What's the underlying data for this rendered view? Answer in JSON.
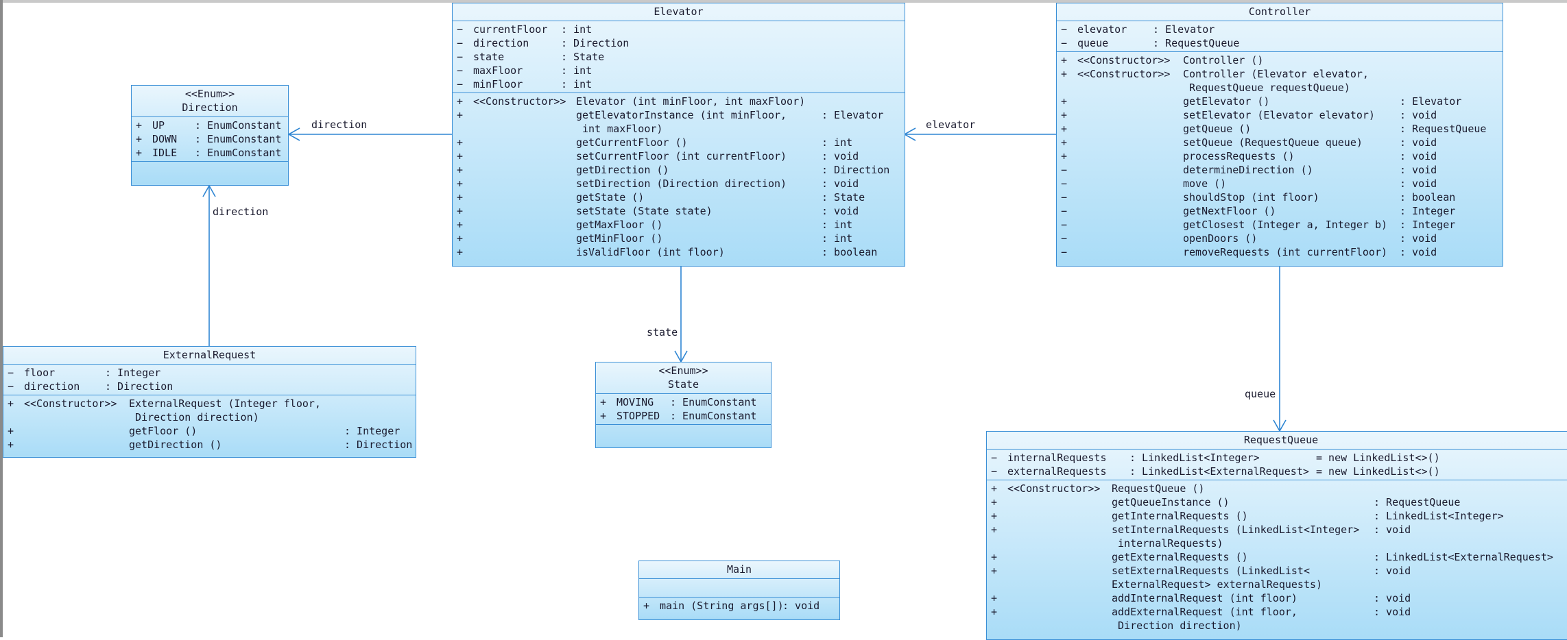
{
  "classes": {
    "elevator": {
      "name": "Elevator",
      "attributes": [
        {
          "vis": "−",
          "name": "currentFloor",
          "type": ": int"
        },
        {
          "vis": "−",
          "name": "direction",
          "type": ": Direction"
        },
        {
          "vis": "−",
          "name": "state",
          "type": ": State"
        },
        {
          "vis": "−",
          "name": "maxFloor",
          "type": ": int"
        },
        {
          "vis": "−",
          "name": "minFloor",
          "type": ": int"
        }
      ],
      "operations": [
        {
          "vis": "+",
          "stereo": "<<Constructor>>",
          "name": "Elevator (int minFloor, int maxFloor)",
          "ret": ""
        },
        {
          "vis": "+",
          "stereo": "",
          "name": "getElevatorInstance (int minFloor,",
          "ret": ": Elevator"
        },
        {
          "vis": "",
          "stereo": "",
          "name": " int maxFloor)",
          "ret": ""
        },
        {
          "vis": "+",
          "stereo": "",
          "name": "getCurrentFloor ()",
          "ret": ": int"
        },
        {
          "vis": "+",
          "stereo": "",
          "name": "setCurrentFloor (int currentFloor)",
          "ret": ": void"
        },
        {
          "vis": "+",
          "stereo": "",
          "name": "getDirection ()",
          "ret": ": Direction"
        },
        {
          "vis": "+",
          "stereo": "",
          "name": "setDirection (Direction direction)",
          "ret": ": void"
        },
        {
          "vis": "+",
          "stereo": "",
          "name": "getState ()",
          "ret": ": State"
        },
        {
          "vis": "+",
          "stereo": "",
          "name": "setState (State state)",
          "ret": ": void"
        },
        {
          "vis": "+",
          "stereo": "",
          "name": "getMaxFloor ()",
          "ret": ": int"
        },
        {
          "vis": "+",
          "stereo": "",
          "name": "getMinFloor ()",
          "ret": ": int"
        },
        {
          "vis": "+",
          "stereo": "",
          "name": "isValidFloor (int floor)",
          "ret": ": boolean"
        }
      ]
    },
    "controller": {
      "name": "Controller",
      "attributes": [
        {
          "vis": "−",
          "name": "elevator",
          "type": ": Elevator"
        },
        {
          "vis": "−",
          "name": "queue",
          "type": ": RequestQueue"
        }
      ],
      "operations": [
        {
          "vis": "+",
          "stereo": "<<Constructor>>",
          "name": "Controller ()",
          "ret": ""
        },
        {
          "vis": "+",
          "stereo": "<<Constructor>>",
          "name": "Controller (Elevator elevator,",
          "ret": ""
        },
        {
          "vis": "",
          "stereo": "",
          "name": " RequestQueue requestQueue)",
          "ret": ""
        },
        {
          "vis": "+",
          "stereo": "",
          "name": "getElevator ()",
          "ret": ": Elevator"
        },
        {
          "vis": "+",
          "stereo": "",
          "name": "setElevator (Elevator elevator)",
          "ret": ": void"
        },
        {
          "vis": "+",
          "stereo": "",
          "name": "getQueue ()",
          "ret": ": RequestQueue"
        },
        {
          "vis": "+",
          "stereo": "",
          "name": "setQueue (RequestQueue queue)",
          "ret": ": void"
        },
        {
          "vis": "+",
          "stereo": "",
          "name": "processRequests ()",
          "ret": ": void"
        },
        {
          "vis": "−",
          "stereo": "",
          "name": "determineDirection ()",
          "ret": ": void"
        },
        {
          "vis": "−",
          "stereo": "",
          "name": "move ()",
          "ret": ": void"
        },
        {
          "vis": "−",
          "stereo": "",
          "name": "shouldStop (int floor)",
          "ret": ": boolean"
        },
        {
          "vis": "−",
          "stereo": "",
          "name": "getNextFloor ()",
          "ret": ": Integer"
        },
        {
          "vis": "−",
          "stereo": "",
          "name": "getClosest (Integer a, Integer b)",
          "ret": ": Integer"
        },
        {
          "vis": "−",
          "stereo": "",
          "name": "openDoors ()",
          "ret": ": void"
        },
        {
          "vis": "−",
          "stereo": "",
          "name": "removeRequests (int currentFloor)",
          "ret": ": void"
        }
      ]
    },
    "direction": {
      "stereotype": "<<Enum>>",
      "name": "Direction",
      "literals": [
        {
          "vis": "+",
          "name": "UP",
          "type": ": EnumConstant"
        },
        {
          "vis": "+",
          "name": "DOWN",
          "type": ": EnumConstant"
        },
        {
          "vis": "+",
          "name": "IDLE",
          "type": ": EnumConstant"
        }
      ]
    },
    "state": {
      "stereotype": "<<Enum>>",
      "name": "State",
      "literals": [
        {
          "vis": "+",
          "name": "MOVING",
          "type": ": EnumConstant"
        },
        {
          "vis": "+",
          "name": "STOPPED",
          "type": ": EnumConstant"
        }
      ]
    },
    "external": {
      "name": "ExternalRequest",
      "attributes": [
        {
          "vis": "−",
          "name": "floor",
          "type": ": Integer"
        },
        {
          "vis": "−",
          "name": "direction",
          "type": ": Direction"
        }
      ],
      "operations": [
        {
          "vis": "+",
          "stereo": "<<Constructor>>",
          "name": "ExternalRequest (Integer floor,",
          "ret": ""
        },
        {
          "vis": "",
          "stereo": "",
          "name": " Direction direction)",
          "ret": ""
        },
        {
          "vis": "+",
          "stereo": "",
          "name": "getFloor ()",
          "ret": ": Integer"
        },
        {
          "vis": "+",
          "stereo": "",
          "name": "getDirection ()",
          "ret": ": Direction"
        }
      ]
    },
    "requestqueue": {
      "name": "RequestQueue",
      "attributes": [
        {
          "vis": "−",
          "name": "internalRequests",
          "type": ": LinkedList<Integer>",
          "init": "= new LinkedList<>()"
        },
        {
          "vis": "−",
          "name": "externalRequests",
          "type": ": LinkedList<ExternalRequest>",
          "init": "= new LinkedList<>()"
        }
      ],
      "operations": [
        {
          "vis": "+",
          "stereo": "<<Constructor>>",
          "name": "RequestQueue ()",
          "ret": ""
        },
        {
          "vis": "+",
          "stereo": "",
          "name": "getQueueInstance ()",
          "ret": ": RequestQueue"
        },
        {
          "vis": "+",
          "stereo": "",
          "name": "getInternalRequests ()",
          "ret": ": LinkedList<Integer>"
        },
        {
          "vis": "+",
          "stereo": "",
          "name": "setInternalRequests (LinkedList<Integer>",
          "ret": ": void"
        },
        {
          "vis": "",
          "stereo": "",
          "name": " internalRequests)",
          "ret": ""
        },
        {
          "vis": "+",
          "stereo": "",
          "name": "getExternalRequests ()",
          "ret": ": LinkedList<ExternalRequest>"
        },
        {
          "vis": "+",
          "stereo": "",
          "name": "setExternalRequests (LinkedList<",
          "ret": ": void"
        },
        {
          "vis": "",
          "stereo": "",
          "name": "ExternalRequest> externalRequests)",
          "ret": ""
        },
        {
          "vis": "+",
          "stereo": "",
          "name": "addInternalRequest (int floor)",
          "ret": ": void"
        },
        {
          "vis": "+",
          "stereo": "",
          "name": "addExternalRequest (int floor,",
          "ret": ": void"
        },
        {
          "vis": "",
          "stereo": "",
          "name": " Direction direction)",
          "ret": ""
        }
      ]
    },
    "main": {
      "name": "Main",
      "operations": [
        {
          "vis": "+",
          "stereo": "",
          "name": "main (String args[])",
          "ret": ": void"
        }
      ]
    }
  },
  "associations": {
    "elevator_direction": "direction",
    "external_direction": "direction",
    "controller_elevator": "elevator",
    "elevator_state": "state",
    "controller_queue": "queue"
  },
  "colors": {
    "class_border": "#3a8fd6",
    "class_fill_top": "#eaf6fd",
    "class_fill_bottom": "#a9dcf7",
    "connector": "#2f86d3"
  }
}
